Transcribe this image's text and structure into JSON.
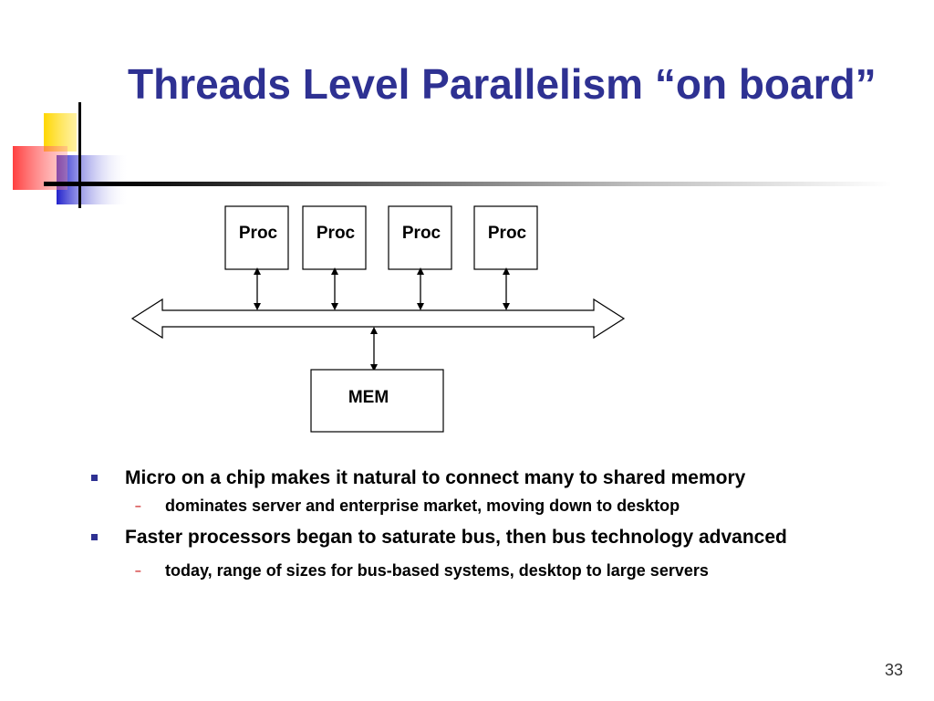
{
  "slide": {
    "title": "Threads Level Parallelism “on board”",
    "page_number": "33"
  },
  "diagram": {
    "processors": [
      "Proc",
      "Proc",
      "Proc",
      "Proc"
    ],
    "memory_label": "MEM"
  },
  "bullets": [
    {
      "text": "Micro on a chip makes it natural to connect many to shared memory",
      "sub": [
        "dominates server and enterprise market, moving down to desktop"
      ]
    },
    {
      "text": "Faster processors began to saturate bus, then bus technology advanced",
      "sub": [
        "today, range of sizes for bus-based systems, desktop to large servers"
      ]
    }
  ],
  "colors": {
    "title": "#2e3192",
    "bullet_square": "#2e3192",
    "sub_dash": "#cc2222",
    "deco_yellow": "#ffd700",
    "deco_red": "#ff3333",
    "deco_blue": "#3333cc"
  }
}
